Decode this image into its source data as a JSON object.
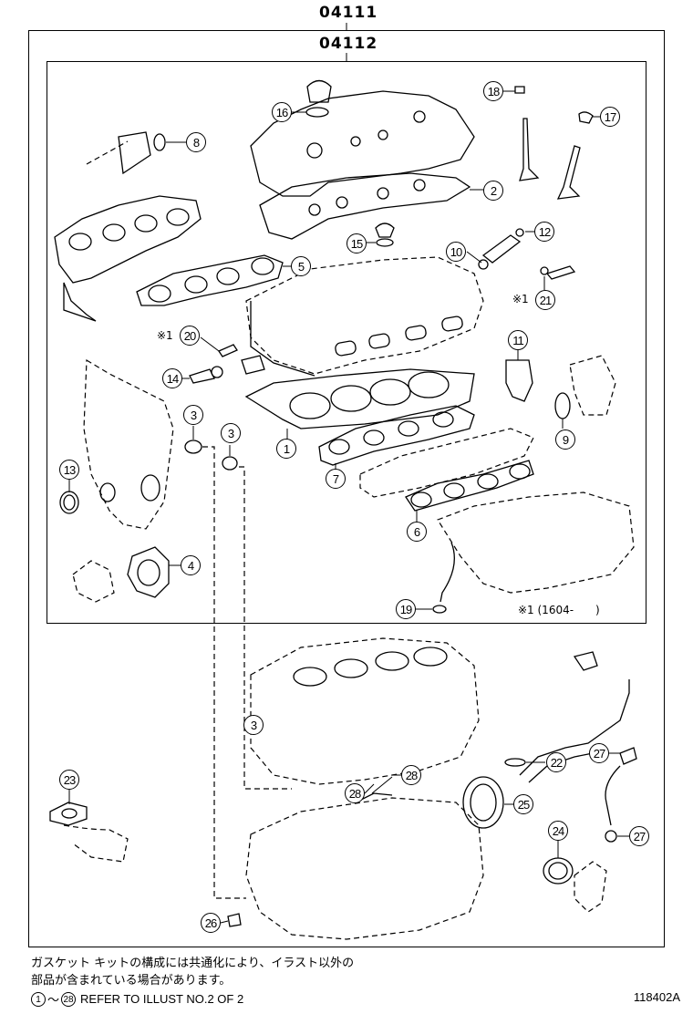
{
  "header": {
    "outer_code": "04111",
    "inner_code": "04112"
  },
  "callouts": [
    {
      "label": "1"
    },
    {
      "label": "2"
    },
    {
      "label": "3"
    },
    {
      "label": "3"
    },
    {
      "label": "3"
    },
    {
      "label": "4"
    },
    {
      "label": "5"
    },
    {
      "label": "6"
    },
    {
      "label": "7"
    },
    {
      "label": "8"
    },
    {
      "label": "9"
    },
    {
      "label": "10"
    },
    {
      "label": "11"
    },
    {
      "label": "12"
    },
    {
      "label": "13"
    },
    {
      "label": "14"
    },
    {
      "label": "15"
    },
    {
      "label": "16"
    },
    {
      "label": "17"
    },
    {
      "label": "18"
    },
    {
      "label": "19"
    },
    {
      "label": "20"
    },
    {
      "label": "21"
    },
    {
      "label": "22"
    },
    {
      "label": "23"
    },
    {
      "label": "24"
    },
    {
      "label": "25"
    },
    {
      "label": "26"
    },
    {
      "label": "27"
    },
    {
      "label": "27"
    },
    {
      "label": "28"
    },
    {
      "label": "28"
    }
  ],
  "notes": {
    "mark_20": "※1",
    "mark_21": "※1",
    "effective_note": "※1 (1604-　　)"
  },
  "footer": {
    "jp_line1": "ガスケット キットの構成には共通化により、イラスト以外の",
    "jp_line2": "部品が含まれている場合があります。",
    "ref_start": "1",
    "ref_end": "28",
    "ref_text": "REFER TO ILLUST NO.2 OF 2",
    "diagram_code": "118402A"
  }
}
